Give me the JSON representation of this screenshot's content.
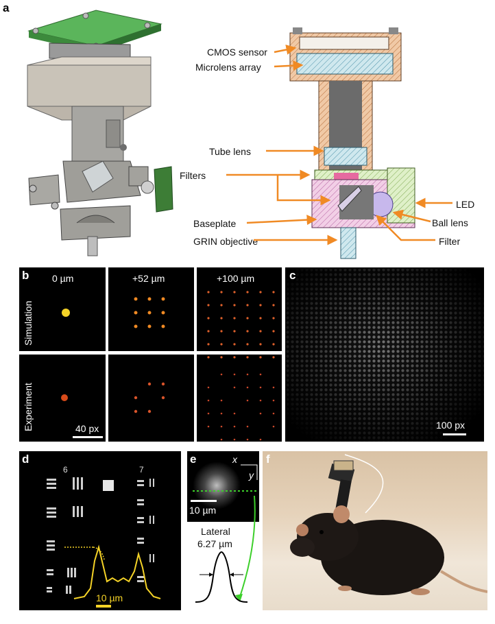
{
  "panels": {
    "a": {
      "letter": "a",
      "labels": [
        "CMOS sensor",
        "Microlens array",
        "Tube lens",
        "Filters",
        "LED",
        "Baseplate",
        "Ball lens",
        "GRIN objective",
        "Filter"
      ]
    },
    "b": {
      "letter": "b",
      "columns": [
        "0 µm",
        "+52 µm",
        "+100 µm"
      ],
      "rows": [
        "Simulation",
        "Experiment"
      ],
      "scalebar": "40 px"
    },
    "c": {
      "letter": "c",
      "scalebar": "100 px"
    },
    "d": {
      "letter": "d",
      "group_labels": [
        "6",
        "7"
      ],
      "scalebar": "10 µm"
    },
    "e": {
      "letter": "e",
      "axis_x": "x",
      "axis_y": "y",
      "scalebar": "10 µm",
      "lateral_label": "Lateral",
      "lateral_value": "6.27 µm"
    },
    "f": {
      "letter": "f"
    }
  },
  "colors": {
    "orange_arrow": "#f08a24",
    "yellow_profile": "#f5d327",
    "green_dashed": "#3ccf2a",
    "pcb_green": "#4caf50"
  }
}
